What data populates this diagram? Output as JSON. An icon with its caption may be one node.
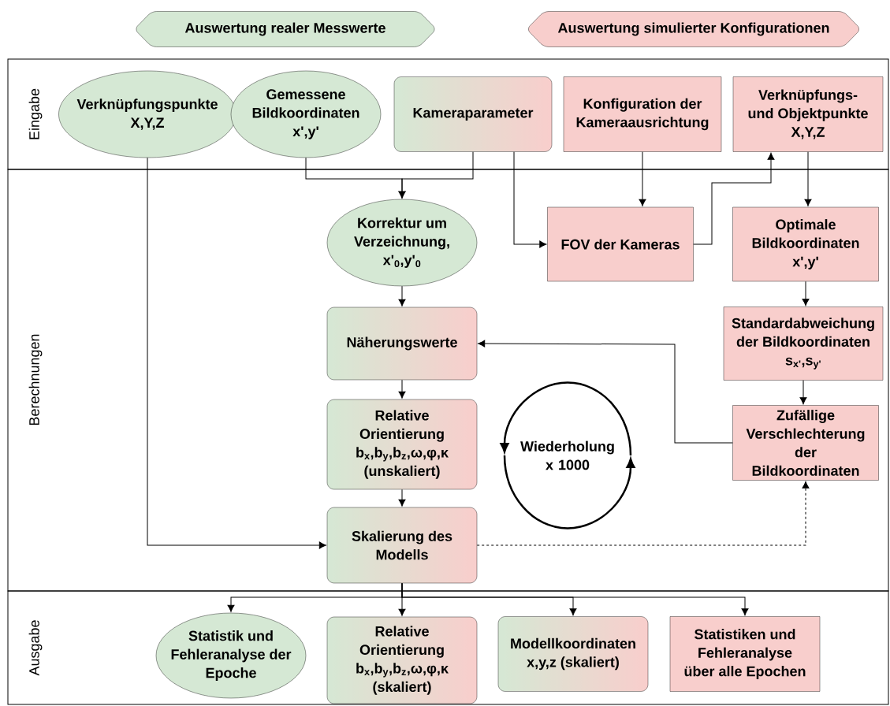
{
  "diagram": {
    "nodes": [
      {
        "text": [
          "Auswertung realer Messwerte"
        ]
      },
      {
        "text": [
          "Auswertung simulierter Konfigurationen"
        ]
      },
      {
        "text": [
          "Eingabe"
        ]
      },
      {
        "text": [
          "Berechnungen"
        ]
      },
      {
        "text": [
          "Ausgabe"
        ]
      },
      {
        "text": [
          "Verknüpfungspunkte X,Y,Z"
        ],
        "in": 2
      },
      {
        "text": [
          "Gemessene Bildkoordinaten x',y'"
        ],
        "in": 2
      },
      {
        "text": [
          "Kameraparameter"
        ],
        "in": 2
      },
      {
        "text": [
          "Konfiguration der Kameraausrichtung"
        ],
        "in": 2
      },
      {
        "text": [
          "Verknüpfungs- und Objektpunkte X,Y,Z"
        ],
        "in": 2
      },
      {
        "text": [
          "Korrektur um Verzeichnung, x'$_{0}$,y'$_{0}$"
        ],
        "in": 3
      },
      {
        "text": [
          "Näherungswerte"
        ],
        "in": 3
      },
      {
        "text": [
          "Relative Orientierung b$_{x}$,b$_{y}$,b$_{z}$,ω,φ,κ (unskaliert)"
        ],
        "in": 3
      },
      {
        "text": [
          "Skalierung des Modells"
        ],
        "in": 3
      },
      {
        "text": [
          "FOV der Kameras"
        ],
        "in": 3
      },
      {
        "text": [
          "Optimale Bildkoordinaten x',y'"
        ],
        "in": 3
      },
      {
        "text": [
          "Standardabweichung der Bildkoordinaten s$_{x'}$,s$_{y'}$"
        ],
        "in": 3
      },
      {
        "text": [
          "Zufällige Verschlechterung der Bildkoordinaten"
        ],
        "in": 3
      },
      {
        "text": [
          "Wiederholung x 1000"
        ],
        "in": 3
      },
      {
        "text": [
          "Statistik und Fehleranalyse der Epoche"
        ],
        "in": 4
      },
      {
        "text": [
          "Relative Orientierung b$_{x}$,b$_{y}$,b$_{z}$,ω,φ,κ (skaliert)"
        ],
        "in": 4
      },
      {
        "text": [
          "Modellkoordinaten x,y,z (skaliert)"
        ],
        "in": 4
      },
      {
        "text": [
          "Statistiken und Fehleranalyse über alle Epochen"
        ],
        "in": 4
      }
    ],
    "edges": [
      {
        "from": 5,
        "to": 13,
        "arrow": "to"
      },
      {
        "from": 6,
        "to": 10,
        "arrow": "to"
      },
      {
        "from": 7,
        "to": 10,
        "arrow": "to"
      },
      {
        "from": 7,
        "to": 14,
        "arrow": "to"
      },
      {
        "from": 8,
        "to": 14,
        "arrow": "to"
      },
      {
        "from": 14,
        "to": 9,
        "arrow": "to"
      },
      {
        "from": 9,
        "to": 15,
        "arrow": "to"
      },
      {
        "from": 10,
        "to": 11,
        "arrow": "to"
      },
      {
        "from": 11,
        "to": 12,
        "arrow": "to"
      },
      {
        "from": 12,
        "to": 13,
        "arrow": "to"
      },
      {
        "from": 15,
        "to": 16,
        "arrow": "to"
      },
      {
        "from": 16,
        "to": 17,
        "arrow": "to"
      },
      {
        "from": 17,
        "to": 11,
        "arrow": "to"
      },
      {
        "from": 13,
        "to": 17,
        "arrow": "to",
        "style": "dashed"
      },
      {
        "from": 13,
        "to": 19,
        "arrow": "to"
      },
      {
        "from": 13,
        "to": 20,
        "arrow": "to"
      },
      {
        "from": 13,
        "to": 21,
        "arrow": "to"
      },
      {
        "from": 13,
        "to": 22,
        "arrow": "to"
      }
    ]
  }
}
